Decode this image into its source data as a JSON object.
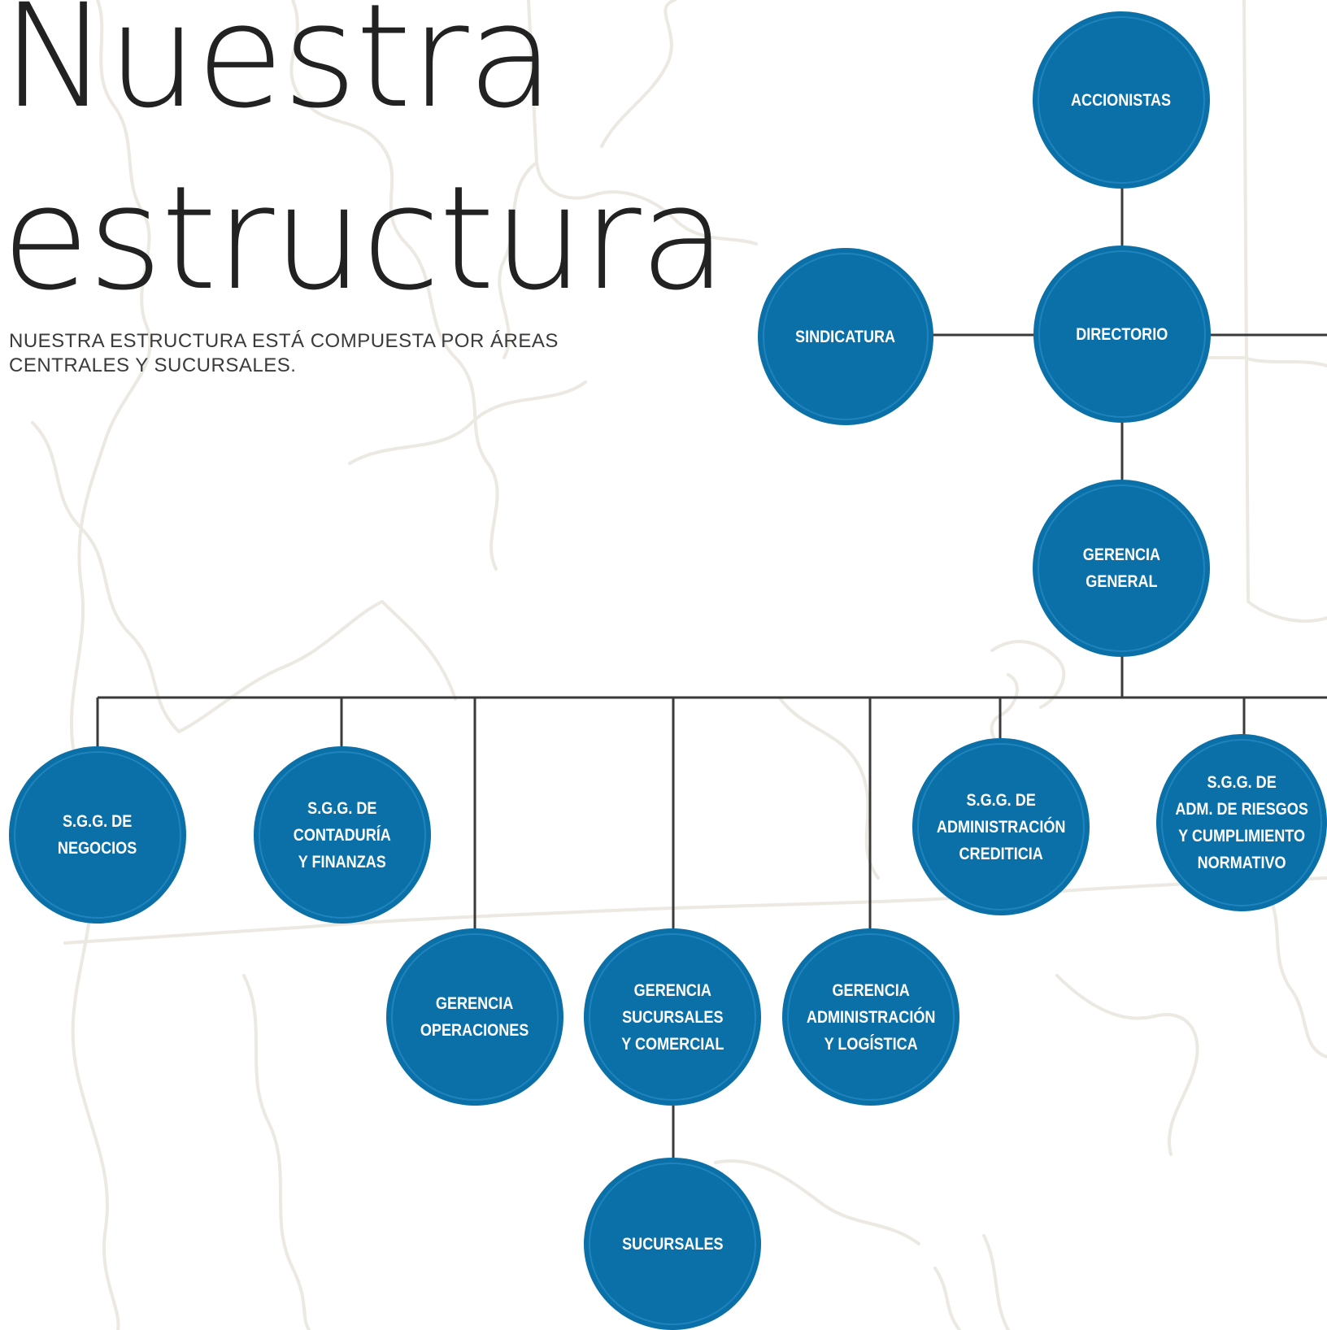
{
  "header": {
    "title_line_1": "Nuestra",
    "title_line_2": "estructura",
    "subtitle": "NUESTRA ESTRUCTURA ESTÁ COMPUESTA POR ÁREAS CENTRALES Y SUCURSALES."
  },
  "colors": {
    "node_fill": "#0b6fa8",
    "connector": "#3a3a3a",
    "background_map": "#ece8e2"
  },
  "org_chart": {
    "nodes": [
      {
        "id": "accionistas",
        "label": "ACCIONISTAS"
      },
      {
        "id": "sindicatura",
        "label": "SINDICATURA"
      },
      {
        "id": "directorio",
        "label": "DIRECTORIO"
      },
      {
        "id": "gerencia-general",
        "label": "GERENCIA\nGENERAL"
      },
      {
        "id": "sgg-negocios",
        "label": "S.G.G. DE\nNEGOCIOS"
      },
      {
        "id": "sgg-contaduria",
        "label": "S.G.G. DE\nCONTADURÍA\nY FINANZAS"
      },
      {
        "id": "gerencia-operaciones",
        "label": "GERENCIA\nOPERACIONES"
      },
      {
        "id": "gerencia-sucursales",
        "label": "GERENCIA\nSUCURSALES\nY COMERCIAL"
      },
      {
        "id": "gerencia-administracion",
        "label": "GERENCIA\nADMINISTRACIÓN\nY LOGÍSTICA"
      },
      {
        "id": "sgg-administracion-crediticia",
        "label": "S.G.G. DE\nADMINISTRACIÓN\nCREDITICIA"
      },
      {
        "id": "sgg-riesgos",
        "label": "S.G.G. DE\nADM. DE RIESGOS\nY CUMPLIMIENTO\nNORMATIVO"
      },
      {
        "id": "sucursales",
        "label": "SUCURSALES"
      }
    ]
  }
}
